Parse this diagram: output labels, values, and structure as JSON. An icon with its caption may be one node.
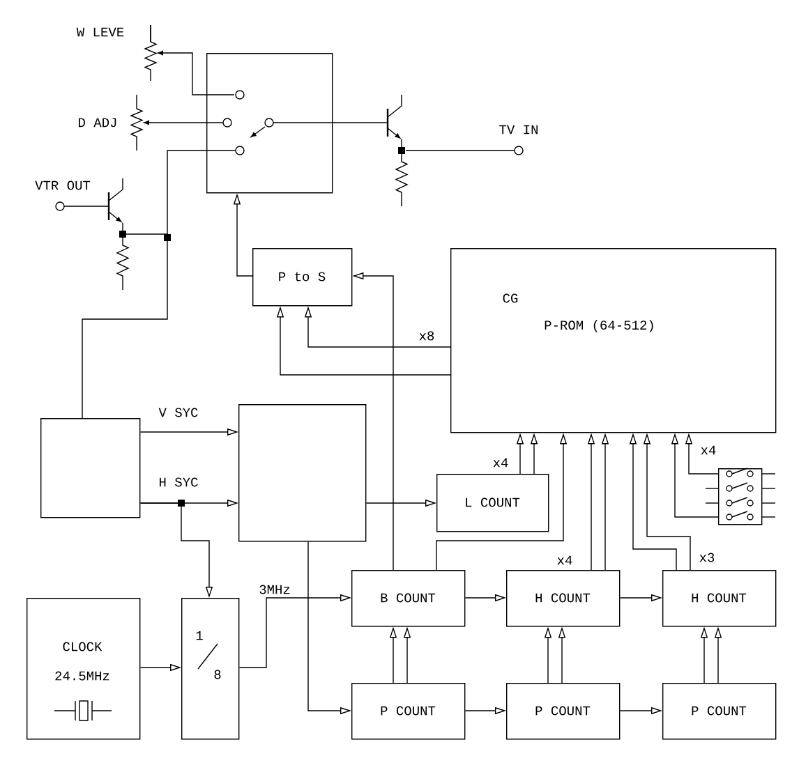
{
  "diagram": {
    "nodes": [
      {
        "text": [],
        "shape": "box"
      },
      {
        "text": [
          "P to S"
        ]
      },
      {
        "text": [
          "CG",
          "P-ROM (64-512)"
        ]
      },
      {
        "text": [],
        "shape": "box"
      },
      {
        "text": [],
        "shape": "box"
      },
      {
        "text": [
          "L COUNT"
        ]
      },
      {
        "text": [
          "CLOCK",
          "24.5MHz"
        ]
      },
      {
        "text": [
          "1",
          "8"
        ]
      },
      {
        "text": [
          "B COUNT"
        ]
      },
      {
        "text": [
          "H COUNT"
        ]
      },
      {
        "text": [
          "H COUNT"
        ]
      },
      {
        "text": [
          "P COUNT"
        ]
      },
      {
        "text": [
          "P COUNT"
        ]
      },
      {
        "text": [
          "P COUNT"
        ]
      },
      {
        "text": [],
        "shape": "switch"
      }
    ],
    "edges": [
      {
        "from": 1,
        "to": 0,
        "arrow": "to"
      },
      {
        "from": 2,
        "to": 1,
        "arrow": "to",
        "label": "x8"
      },
      {
        "from": 2,
        "to": 1,
        "arrow": "to"
      },
      {
        "from": 8,
        "to": 1,
        "arrow": "to"
      },
      {
        "from": 3,
        "to": 4,
        "arrow": "to",
        "label": "V SYC"
      },
      {
        "from": 3,
        "to": 4,
        "arrow": "to",
        "label": "H SYC"
      },
      {
        "from": 3,
        "to": 7,
        "arrow": "to"
      },
      {
        "from": 4,
        "to": 5,
        "arrow": "to"
      },
      {
        "from": 6,
        "to": 7,
        "arrow": "to"
      },
      {
        "from": 7,
        "to": 8,
        "arrow": "to",
        "label": "3MHz"
      },
      {
        "from": 4,
        "to": 11,
        "arrow": "to"
      },
      {
        "from": 8,
        "to": 9,
        "arrow": "to"
      },
      {
        "from": 9,
        "to": 10,
        "arrow": "to"
      },
      {
        "from": 11,
        "to": 12,
        "arrow": "to"
      },
      {
        "from": 12,
        "to": 13,
        "arrow": "to"
      },
      {
        "from": 11,
        "to": 8,
        "arrow": "to"
      },
      {
        "from": 11,
        "to": 8,
        "arrow": "to"
      },
      {
        "from": 12,
        "to": 9,
        "arrow": "to"
      },
      {
        "from": 12,
        "to": 9,
        "arrow": "to"
      },
      {
        "from": 13,
        "to": 10,
        "arrow": "to"
      },
      {
        "from": 13,
        "to": 10,
        "arrow": "to"
      },
      {
        "from": 5,
        "to": 2,
        "arrow": "to",
        "label": "x4"
      },
      {
        "from": 5,
        "to": 2,
        "arrow": "to"
      },
      {
        "from": 8,
        "to": 2,
        "arrow": "to"
      },
      {
        "from": 9,
        "to": 2,
        "arrow": "to",
        "label": "x4"
      },
      {
        "from": 9,
        "to": 2,
        "arrow": "to"
      },
      {
        "from": 10,
        "to": 2,
        "arrow": "to"
      },
      {
        "from": 10,
        "to": 2,
        "arrow": "to",
        "label": "x3"
      },
      {
        "from": 14,
        "to": 2,
        "arrow": "to",
        "label": "x4"
      },
      {
        "from": 14,
        "to": 2,
        "arrow": "to"
      },
      {
        "from": 3,
        "to": null,
        "arrow": "other"
      }
    ],
    "labels": [
      "W LEVE",
      "D ADJ",
      "TV IN",
      "VTR OUT"
    ]
  }
}
